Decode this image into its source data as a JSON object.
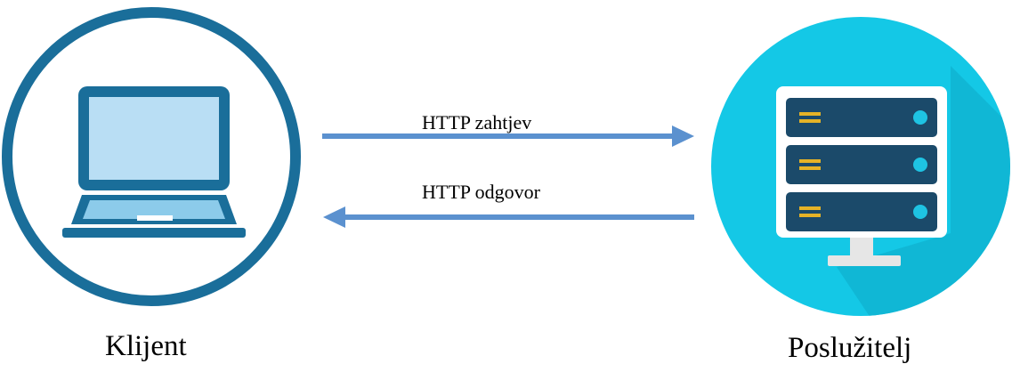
{
  "nodes": {
    "client": {
      "label": "Klijent",
      "icon": "laptop-icon"
    },
    "server": {
      "label": "Poslužitelj",
      "icon": "server-icon"
    }
  },
  "arrows": {
    "request": {
      "label": "HTTP zahtjev",
      "direction": "client-to-server"
    },
    "response": {
      "label": "HTTP odgovor",
      "direction": "server-to-client"
    }
  },
  "colors": {
    "client_ring": "#1a6e9a",
    "laptop_frame": "#1a6e9a",
    "laptop_screen": "#b9def4",
    "laptop_keyboard": "#8ccbea",
    "server_circle": "#14c8e6",
    "server_shadow": "#0fb2cf",
    "server_frame": "#ffffff",
    "server_unit": "#1b4a6a",
    "server_led": "#1ec3e3",
    "server_bar": "#e5b327",
    "server_stand": "#e6e6e6",
    "arrow": "#5b91cf"
  }
}
